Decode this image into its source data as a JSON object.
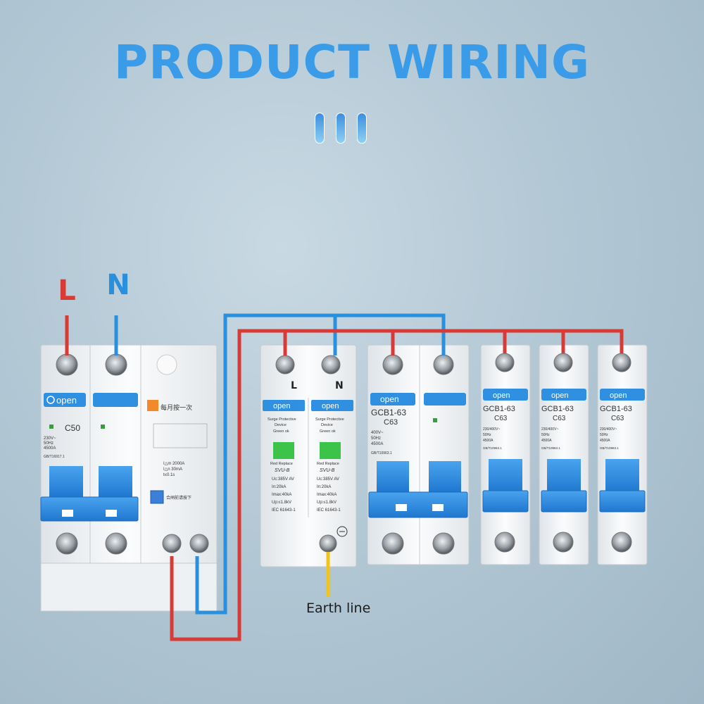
{
  "title": "PRODUCT WIRING",
  "labels": {
    "line": "L",
    "neutral": "N",
    "earth": "Earth line"
  },
  "rcbo": {
    "brand": "open",
    "rating": "C50",
    "specs": [
      "230V~",
      "50Hz",
      "4500A"
    ],
    "standard": "GB/T16917.1",
    "test_note": "每月按一次",
    "trip_specs": [
      "I△m 2000A",
      "I△n 30mA",
      "t≤0.1s"
    ],
    "reset_note": "合闸前请按下"
  },
  "spd": {
    "terminal_l": "L",
    "terminal_n": "N",
    "brand": "open",
    "title_lines": [
      "Surge Protective",
      "Device",
      "Green ok"
    ],
    "red_note": "Red Replace",
    "model": "SVU-B",
    "specs": [
      "Uc:385V AV",
      "In:20kA",
      "Imax:40kA",
      "Up:≤1.8kV",
      "IEC 61643-1"
    ]
  },
  "mcb_2p": {
    "brand": "open",
    "model": "GCB1-63",
    "rating": "C63",
    "specs": [
      "400V~",
      "50Hz",
      "4500A"
    ],
    "standard": "GB/T10963.1"
  },
  "mcb_1p": [
    {
      "brand": "open",
      "model": "GCB1-63",
      "rating": "C63",
      "specs": [
        "230/400V~",
        "50Hz",
        "4500A"
      ],
      "standard": "GB/T10963.1"
    },
    {
      "brand": "open",
      "model": "GCB1-63",
      "rating": "C63",
      "specs": [
        "230/400V~",
        "50Hz",
        "4500A"
      ],
      "standard": "GB/T10963.1"
    },
    {
      "brand": "open",
      "model": "GCB1-63",
      "rating": "C63",
      "specs": [
        "230/400V~",
        "50Hz",
        "4500A"
      ],
      "standard": "GB/T10963.1"
    }
  ],
  "colors": {
    "live_wire": "#d83a35",
    "neutral_wire": "#2a8fdc",
    "earth_wire": "#f2c418",
    "title": "#3a9ce8",
    "accent_blue": "#2f8fe0"
  }
}
